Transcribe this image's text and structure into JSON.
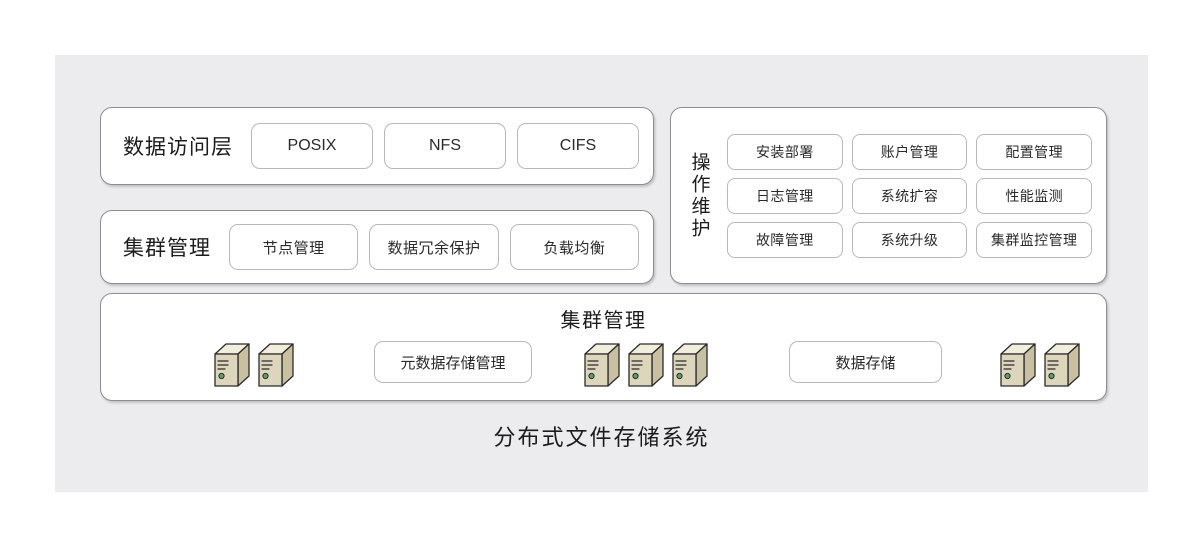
{
  "diagram": {
    "caption": "分布式文件存储系统",
    "background_color": "#ececee",
    "panel_border_color": "#8e8e8e",
    "box_border_color": "#b9b9b9",
    "text_color": "#1c1c1c"
  },
  "access_layer": {
    "title": "数据访问层",
    "items": [
      {
        "label": "POSIX"
      },
      {
        "label": "NFS"
      },
      {
        "label": "CIFS"
      }
    ]
  },
  "cluster_layer": {
    "title": "集群管理",
    "items": [
      {
        "label": "节点管理"
      },
      {
        "label": "数据冗余保护"
      },
      {
        "label": "负载均衡"
      }
    ]
  },
  "operations": {
    "title": "操作维护",
    "rows": [
      {
        "cells": [
          {
            "label": "安装部署"
          },
          {
            "label": "账户管理"
          },
          {
            "label": "配置管理"
          }
        ]
      },
      {
        "cells": [
          {
            "label": "日志管理"
          },
          {
            "label": "系统扩容"
          },
          {
            "label": "性能监测"
          }
        ]
      },
      {
        "cells": [
          {
            "label": "故障管理"
          },
          {
            "label": "系统升级"
          },
          {
            "label": "集群监控管理"
          }
        ]
      }
    ]
  },
  "storage": {
    "title": "集群管理",
    "metadata_box": "元数据存储管理",
    "data_box": "数据存储",
    "server_groups": [
      {
        "name": "left",
        "count": 2
      },
      {
        "name": "middle",
        "count": 3
      },
      {
        "name": "right",
        "count": 2
      }
    ],
    "server_colors": {
      "top_face": "#f2eedd",
      "front_face": "#ddd6bc",
      "side_face": "#c9c0a2",
      "outline": "#2b2b2b",
      "led": "#5f9d6a"
    }
  }
}
